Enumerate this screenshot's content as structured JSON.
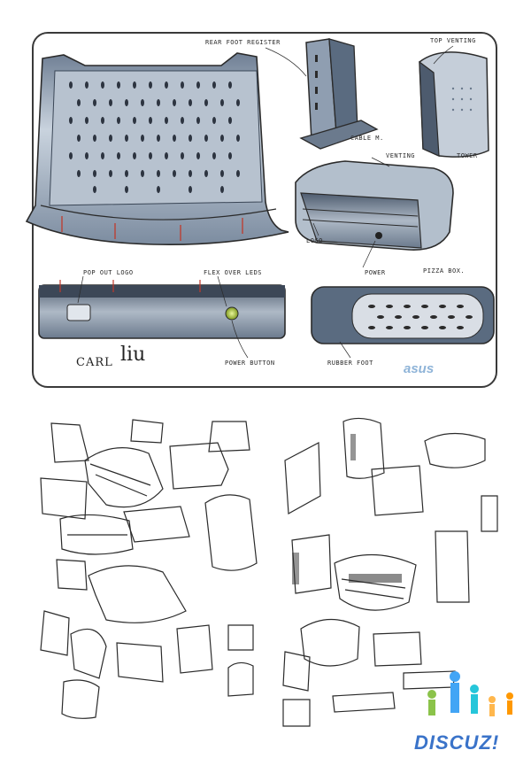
{
  "annotations": {
    "rear_foot_register": "REAR FOOT REGISTER",
    "top_venting": "TOP VENTING",
    "cable_m": "CABLE M.",
    "venting": "VENTING",
    "tower": "TOWER",
    "logo": "LOGO",
    "power": "POWER",
    "pizza_box": "PIZZA BOX.",
    "pop_out_logo": "POP OUT LOGO",
    "flex_over_leds": "FLEX OVER LEDS",
    "power_button": "POWER BUTTON",
    "rubber_foot": "RUBBER FOOT"
  },
  "signature": {
    "first": "CARL",
    "last": "liu"
  },
  "brand_logo": "asus",
  "watermark": "DISCUZ!",
  "colors": {
    "ink": "#2b2b2b",
    "marker_blue": "#8fa3bd",
    "marker_dark": "#5a6b80",
    "accent_red": "#c0392b",
    "led_green": "#a8c63a"
  }
}
